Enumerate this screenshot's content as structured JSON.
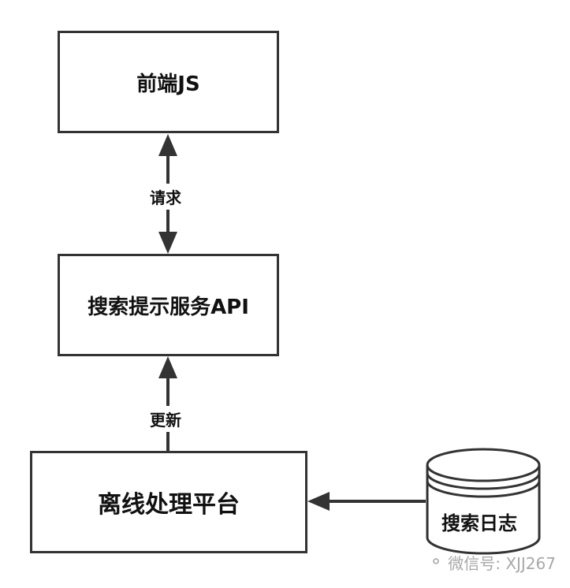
{
  "nodes": {
    "frontend": "前端JS",
    "api": "搜索提示服务API",
    "offline": "离线处理平台",
    "logs": "搜索日志"
  },
  "edges": {
    "request": "请求",
    "update": "更新"
  },
  "watermark": {
    "icon": "wechat-icon",
    "text": "微信号: XJJ267"
  },
  "colors": {
    "stroke": "#333333",
    "watermark": "#9a9a9a"
  }
}
